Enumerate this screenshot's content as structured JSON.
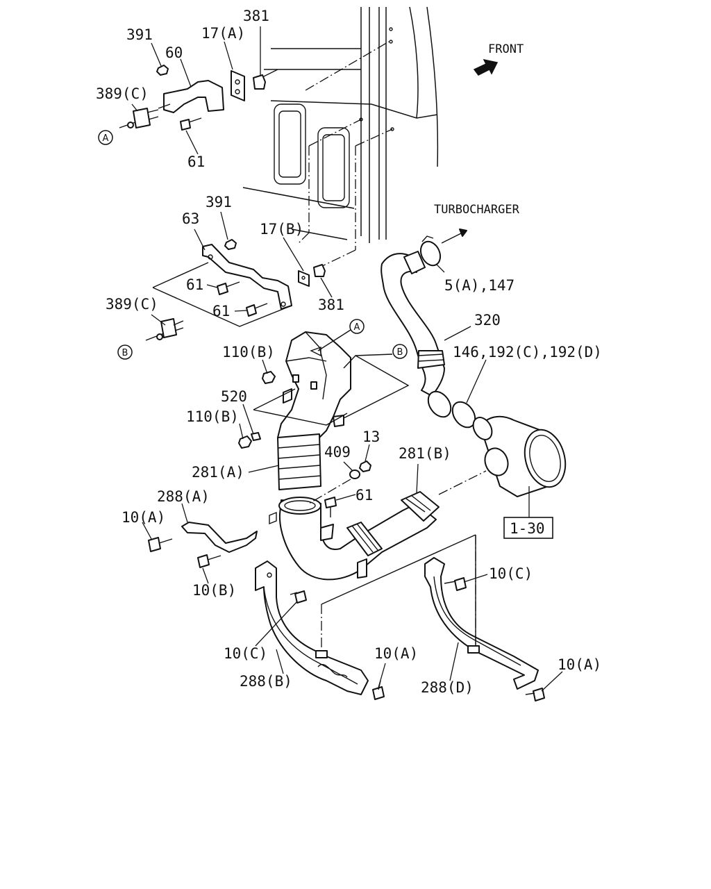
{
  "labels": {
    "p391_top": "391",
    "p60": "60",
    "p17a": "17(A)",
    "p381_top": "381",
    "p389c_top": "389(C)",
    "p61_top": "61",
    "circle_a_left": "A",
    "front": "FRONT",
    "turbocharger": "TURBOCHARGER",
    "p391_mid": "391",
    "p63": "63",
    "p17b": "17(B)",
    "p61_mid1": "61",
    "p61_mid2": "61",
    "p381_mid": "381",
    "p389c_mid": "389(C)",
    "circle_b_left": "B",
    "p5a_147": "5(A),147",
    "p320": "320",
    "circle_a_duct": "A",
    "circle_b_duct": "B",
    "p110b_top": "110(B)",
    "p146_192": "146,192(C),192(D)",
    "p520": "520",
    "p110b_mid": "110(B)",
    "p281a": "281(A)",
    "p409": "409",
    "p13": "13",
    "p281b": "281(B)",
    "p61_low": "61",
    "p288a": "288(A)",
    "p10a_left": "10(A)",
    "p10b": "10(B)",
    "ref_1_30": "1-30",
    "p10c_right": "10(C)",
    "p10c_left": "10(C)",
    "p10a_mid": "10(A)",
    "p288b": "288(B)",
    "p288d": "288(D)",
    "p10a_right": "10(A)"
  },
  "icons": {
    "front_arrow": "front-arrow-icon",
    "turbo_arrow": "arrow-right-icon"
  },
  "colors": {
    "ink": "#111111",
    "background": "#ffffff"
  }
}
